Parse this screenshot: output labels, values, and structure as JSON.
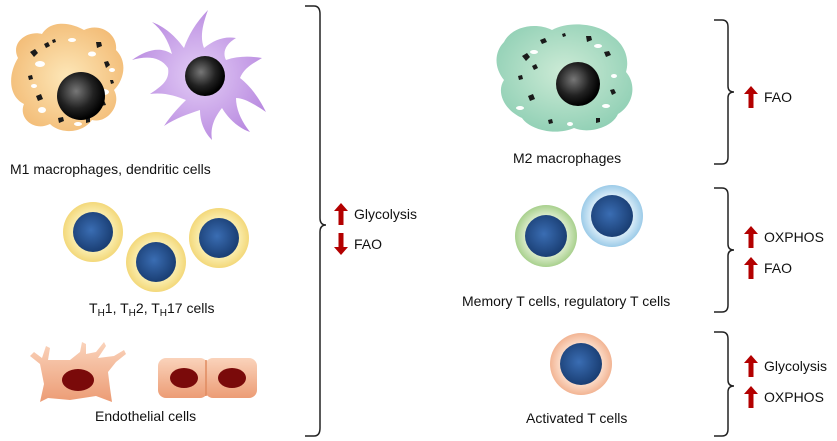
{
  "left_group": {
    "myeloid_label": "M1 macrophages, dendritic cells",
    "th_label": {
      "p1": "T",
      "s1": "H",
      "p2": "1, T",
      "s2": "H",
      "p3": "2, T",
      "s3": "H",
      "p4": "17 cells"
    },
    "endothelial_label": "Endothelial cells",
    "metabolism": [
      {
        "direction": "up",
        "text": "Glycolysis"
      },
      {
        "direction": "down",
        "text": "FAO"
      }
    ]
  },
  "right_groups": [
    {
      "label": "M2 macrophages",
      "metabolism": [
        {
          "direction": "up",
          "text": "FAO"
        }
      ]
    },
    {
      "label": "Memory T cells, regulatory T cells",
      "metabolism": [
        {
          "direction": "up",
          "text": "OXPHOS"
        },
        {
          "direction": "up",
          "text": "FAO"
        }
      ]
    },
    {
      "label": "Activated T cells",
      "metabolism": [
        {
          "direction": "up",
          "text": "Glycolysis"
        },
        {
          "direction": "up",
          "text": "OXPHOS"
        }
      ]
    }
  ],
  "colors": {
    "arrow": "#b30000",
    "nucleus_dark": "#111111",
    "t_cell_nucleus": "#1f4e8c",
    "m1_macrophage": "#f6c98a",
    "dendritic_cell": "#c49be6",
    "m2_macrophage": "#9fd3b0",
    "th_cell_ring": "#f5e08a",
    "memory_cell_ring": "#a8d08d",
    "regulatory_cell_ring": "#9ccbe8",
    "activated_cell_ring": "#f2b493",
    "endothelial": "#f0a77e",
    "endothelial_nucleus": "#7a0a0a"
  }
}
